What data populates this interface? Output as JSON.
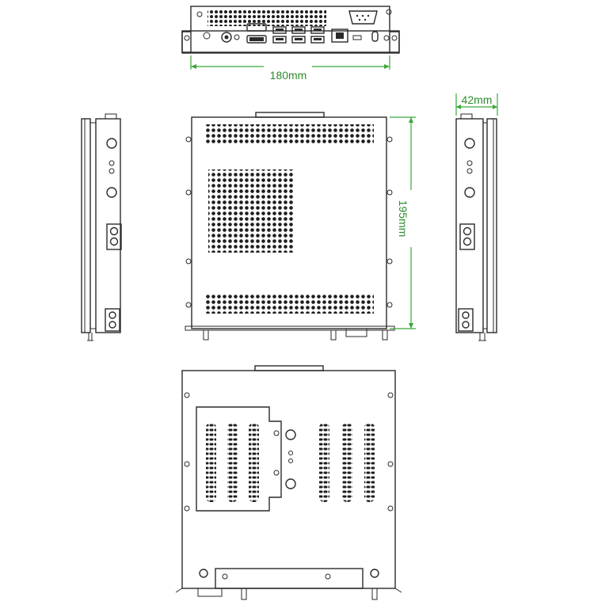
{
  "dimensions": {
    "width": "180mm",
    "height": "195mm",
    "depth": "42mm"
  },
  "colors": {
    "dimension_line": "#3aa83a",
    "dimension_text": "#2e8b2e",
    "outline": "#2a2a2a",
    "background": "#ffffff"
  }
}
